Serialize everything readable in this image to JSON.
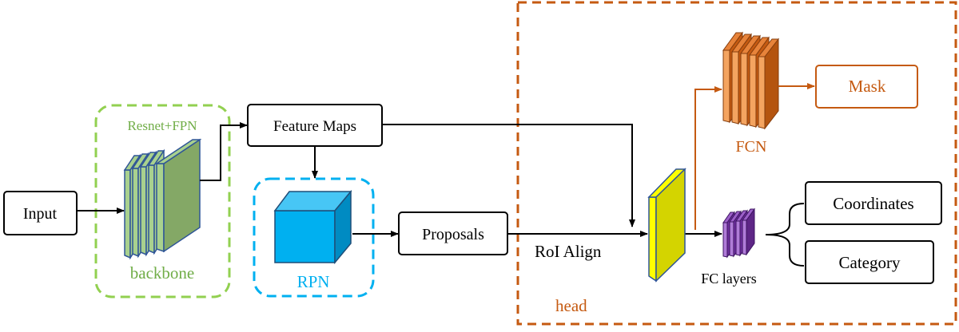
{
  "labels": {
    "input": "Input",
    "backbone_group": "Resnet+FPN",
    "backbone": "backbone",
    "feature_maps": "Feature Maps",
    "rpn": "RPN",
    "proposals": "Proposals",
    "roi_align": "RoI Align",
    "head": "head",
    "fcn": "FCN",
    "mask": "Mask",
    "fc_layers": "FC layers",
    "coordinates": "Coordinates",
    "category": "Category"
  },
  "colors": {
    "backbone_group": "#92d050",
    "backbone_label": "#70ad47",
    "rpn_group": "#00b0f0",
    "rpn_cube": "#00b0f0",
    "head_group": "#c55a11",
    "fcn": "#c55a11",
    "roi_feature": "#d4d400",
    "fc_layers": "#7030a0"
  }
}
